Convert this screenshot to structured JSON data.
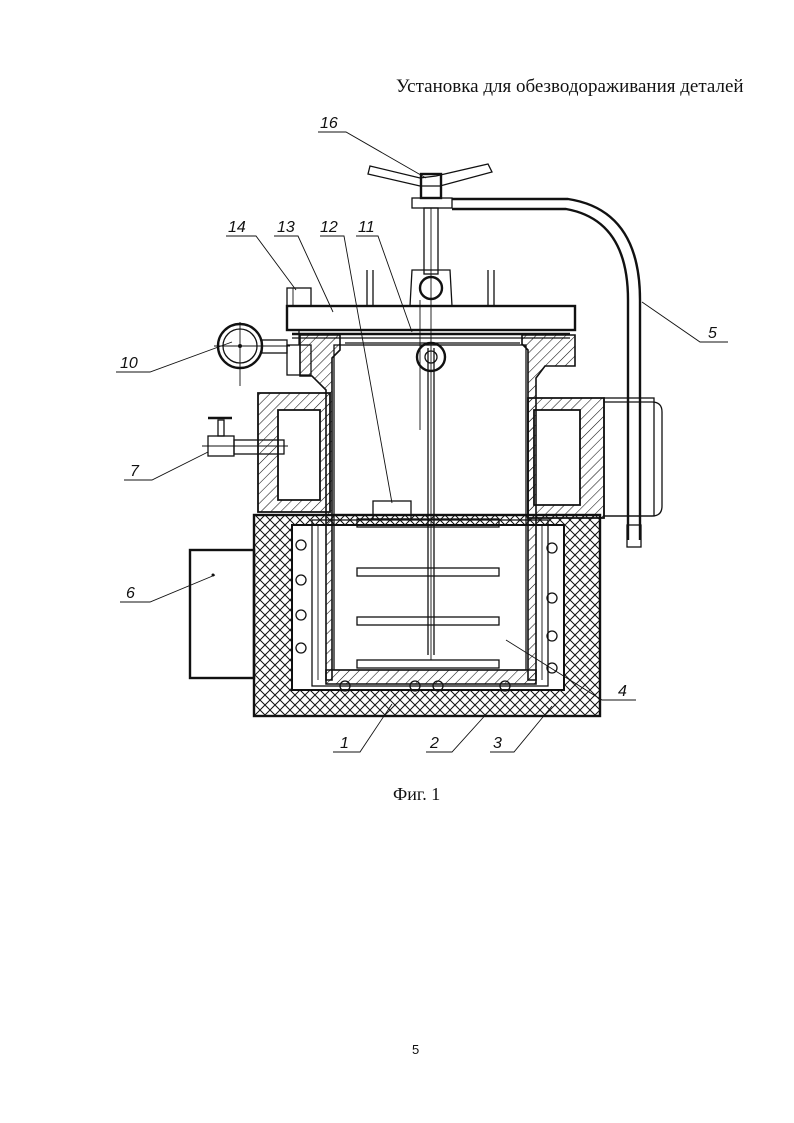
{
  "document": {
    "title": "Установка для обезводораживания деталей",
    "figure_caption": "Фиг. 1",
    "page_number": "5"
  },
  "callouts": [
    {
      "id": "c1",
      "text": "1"
    },
    {
      "id": "c2",
      "text": "2"
    },
    {
      "id": "c3",
      "text": "3"
    },
    {
      "id": "c4",
      "text": "4"
    },
    {
      "id": "c5",
      "text": "5"
    },
    {
      "id": "c6",
      "text": "6"
    },
    {
      "id": "c7",
      "text": "7"
    },
    {
      "id": "c10",
      "text": "10"
    },
    {
      "id": "c11",
      "text": "11"
    },
    {
      "id": "c12",
      "text": "12"
    },
    {
      "id": "c13",
      "text": "13"
    },
    {
      "id": "c14",
      "text": "14"
    },
    {
      "id": "c16",
      "text": "16"
    }
  ]
}
